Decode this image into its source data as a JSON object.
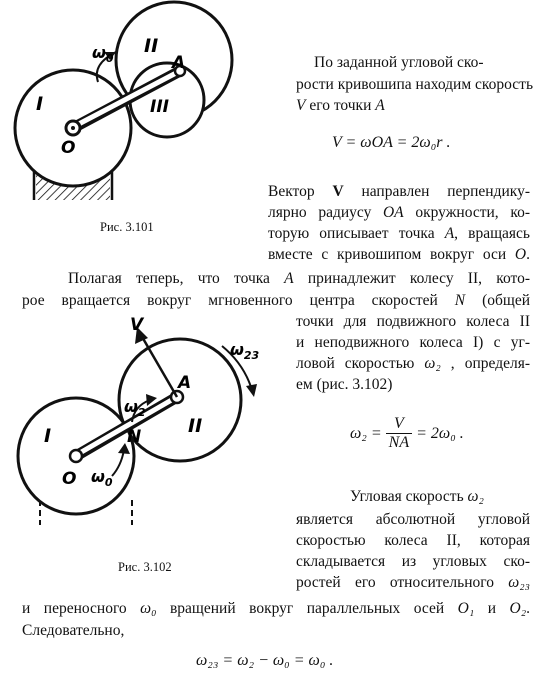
{
  "fig101": {
    "caption": "Рис. 3.101",
    "labels": {
      "omega0": "ω",
      "omega0_sub": "0",
      "II": "II",
      "A": "A",
      "I": "I",
      "III": "III",
      "O": "O"
    }
  },
  "fig102": {
    "caption": "Рис. 3.102",
    "labels": {
      "V": "V",
      "omega23": "ω",
      "omega23_sub": "23",
      "A": "A",
      "omega2": "ω",
      "omega2_sub": "2",
      "I": "I",
      "N": "N",
      "II": "II",
      "O": "O",
      "omega0": "ω",
      "omega0_sub": "0"
    }
  },
  "text": {
    "p1_l1": "По заданной угловой ско-",
    "p1_l2": "рости кривошипа находим скорость",
    "p1_l3_a": "V",
    "p1_l3_b": " его точки ",
    "p1_l3_c": "A",
    "eq1": "V = ωOA = 2ω₀r .",
    "p2_l1_a": "Вектор ",
    "p2_l1_b": "V",
    "p2_l1_c": " направлен перпендику-",
    "p2_l2_a": "лярно радиусу ",
    "p2_l2_b": "OA",
    "p2_l2_c": " окружности, ко-",
    "p2_l3_a": "торую описывает точка ",
    "p2_l3_b": "A",
    "p2_l3_c": ", вращаясь",
    "p2_l4_a": "вместе с кривошипом вокруг оси ",
    "p2_l4_b": "O",
    "p2_l4_c": ".",
    "p3_l1_a": "Полагая теперь, что точка ",
    "p3_l1_b": "A",
    "p3_l1_c": " принадлежит колесу II, кото-",
    "p3_l2_a": "рое вращается вокруг мгновенного центра скоростей ",
    "p3_l2_b": "N",
    "p3_l2_c": " (общей",
    "p3_l3": "точки для подвижного колеса II",
    "p3_l4": "и неподвижного колеса I) с уг-",
    "p3_l5_a": "ловой скоростью ",
    "p3_l5_b": "ω₂",
    "p3_l5_c": " , определя-",
    "p3_l6": "ем (рис. 3.102)",
    "eq2_lhs": "ω₂ =",
    "eq2_num": "V",
    "eq2_den": "NA",
    "eq2_rhs": "= 2ω₀ .",
    "p4_l1_a": "Угловая скорость ",
    "p4_l1_b": "ω₂",
    "p4_l2": "является абсолютной угловой",
    "p4_l3": "скоростью колеса II, которая",
    "p4_l4": "складывается из угловых ско-",
    "p4_l5_a": "ростей его относительного ",
    "p4_l5_b": "ω₂₃",
    "p5_l1_a": "и переносного ",
    "p5_l1_b": "ω₀",
    "p5_l1_c": " вращений вокруг параллельных осей ",
    "p5_l1_d": "O₁",
    "p5_l1_e": " и ",
    "p5_l1_f": "O₂",
    "p5_l1_g": ".",
    "p5_l2": "Следовательно,",
    "eq3": "ω₂₃ = ω₂ − ω₀ = ω₀ ."
  }
}
